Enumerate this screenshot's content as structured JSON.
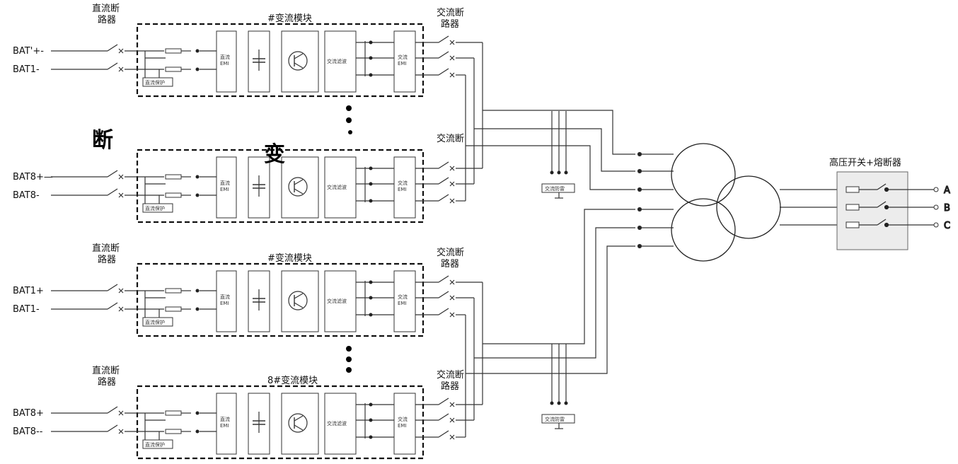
{
  "stray_labels": {
    "left": "断",
    "mid": "变"
  },
  "modules": [
    {
      "bat_pos": "BAT'+-",
      "bat_neg": "BAT1-",
      "dc_breaker": [
        "直流断",
        "路器"
      ],
      "title": "#变流模块",
      "ac_breaker": [
        "交流断",
        "路器"
      ],
      "dc_emi": [
        "直流",
        "EMI"
      ],
      "ac_emi": [
        "交流",
        "EMI"
      ],
      "filter": "交流滤波",
      "dc_protect": "直流保护"
    },
    {
      "bat_pos": "BAT8+—",
      "bat_neg": "BAT8-",
      "dc_breaker": [
        "",
        ""
      ],
      "title": "",
      "ac_breaker": [
        "交流断",
        ""
      ],
      "dc_emi": [
        "直流",
        "EMI"
      ],
      "ac_emi": [
        "交流",
        "EMI"
      ],
      "filter": "交流滤波",
      "dc_protect": "直流保护"
    },
    {
      "bat_pos": "BAT1+",
      "bat_neg": "BAT1-",
      "dc_breaker": [
        "直流断",
        "路器"
      ],
      "title": "#变流模块",
      "ac_breaker": [
        "交流断",
        "路器"
      ],
      "dc_emi": [
        "直流",
        "EMI"
      ],
      "ac_emi": [
        "交流",
        "EMI"
      ],
      "filter": "交流滤波",
      "dc_protect": "直流保护"
    },
    {
      "bat_pos": "BAT8+",
      "bat_neg": "BAT8--",
      "dc_breaker": [
        "直流断",
        "路器"
      ],
      "title": "8#变流模块",
      "ac_breaker": [
        "交流断",
        "路器"
      ],
      "dc_emi": [
        "直流",
        "EMI"
      ],
      "ac_emi": [
        "交流",
        "EMI"
      ],
      "filter": "交流滤波",
      "dc_protect": "直流保护"
    }
  ],
  "surge_protector_label": "交流防雷",
  "hv_switch_label": "高压开关+熔断器",
  "phases": [
    "A",
    "B",
    "C"
  ]
}
